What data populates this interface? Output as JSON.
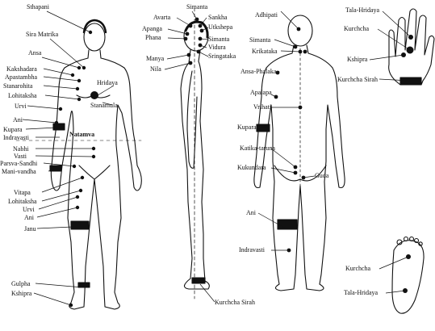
{
  "front": {
    "left_labels": [
      "Sthapani",
      "Sira Matrika",
      "Ansa",
      "Kakshadara",
      "Apastambha",
      "Stanarohita",
      "Lohitaksha",
      "Urvi",
      "Ani",
      "Kupara",
      "Indravasti",
      "Nabhi",
      "Vasti",
      "Parsva-Sandhi",
      "Mani-vandha",
      "Vitapa",
      "Lohitaksha",
      "Urvi",
      "Ani",
      "Janu",
      "Gulpha",
      "Kshipra"
    ],
    "inner_labels": [
      "Hridaya",
      "Stanamula",
      "Natamva"
    ]
  },
  "side": {
    "labels": [
      "Simanta",
      "Avarta",
      "Sankha",
      "Apanga",
      "Utkshepa",
      "Phana",
      "Simanta",
      "Vidura",
      "Sringataka",
      "Manya",
      "Nila",
      "Kurchcha Sirah"
    ]
  },
  "back": {
    "labels": [
      "Adhipati",
      "Simanta",
      "Krikataka",
      "Ansa-Phalaka",
      "Apalapa",
      "Vrihati",
      "Kupara",
      "Katika-taruna",
      "Kukundara",
      "Guda",
      "Ani",
      "Indravasti"
    ]
  },
  "hand": {
    "labels": [
      "Tala-Hridaya",
      "Kurchcha",
      "Kshipra",
      "Kurchcha Sirah"
    ]
  },
  "foot": {
    "labels": [
      "Kurchcha",
      "Tala-Hridaya"
    ]
  }
}
